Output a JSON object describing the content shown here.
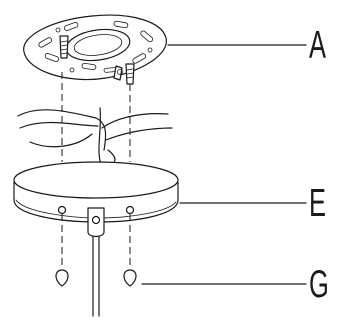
{
  "callouts": [
    {
      "label": "A",
      "part": "mounting-plate"
    },
    {
      "label": "E",
      "part": "canopy"
    },
    {
      "label": "G",
      "part": "canopy-screws"
    }
  ]
}
